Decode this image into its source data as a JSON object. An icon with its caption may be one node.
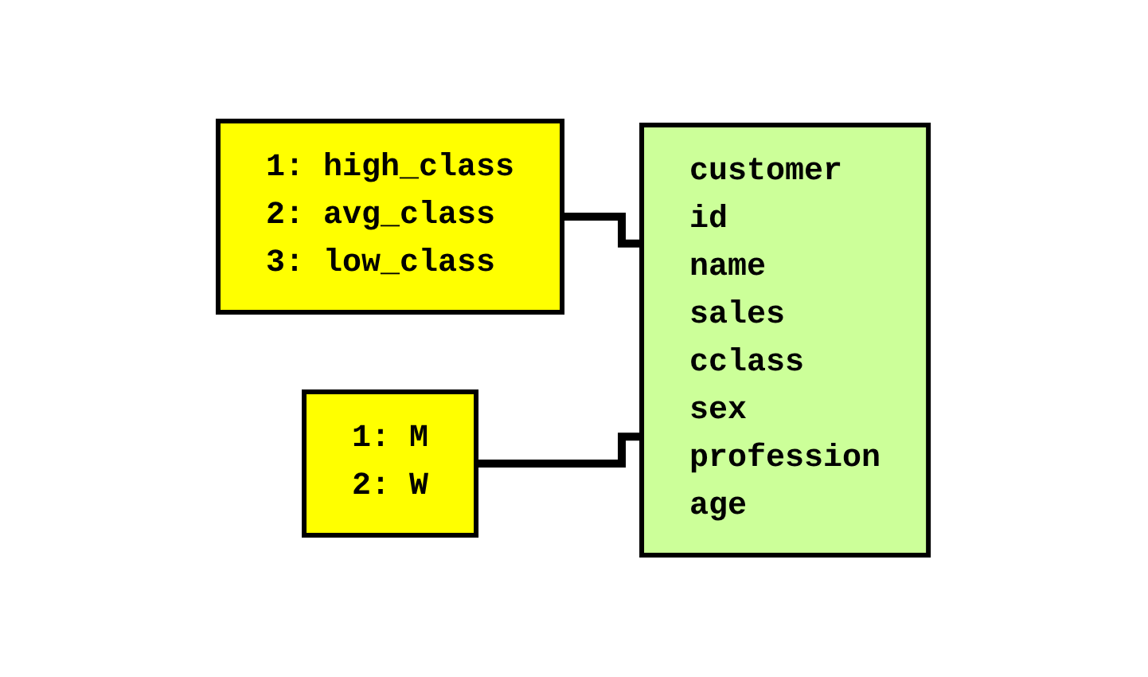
{
  "diagram": {
    "nodes": [
      {
        "text": [
          "1: high_class",
          "2: avg_class",
          "3: low_class"
        ]
      },
      {
        "text": [
          "1: M",
          "2: W"
        ]
      },
      {
        "text": [
          "customer",
          "id",
          "name",
          "sales",
          "cclass",
          "sex",
          "profession",
          "age"
        ]
      }
    ],
    "edges": [
      {
        "from": 0,
        "to": 2,
        "arrow": "none"
      },
      {
        "from": 1,
        "to": 2,
        "arrow": "none"
      }
    ]
  }
}
